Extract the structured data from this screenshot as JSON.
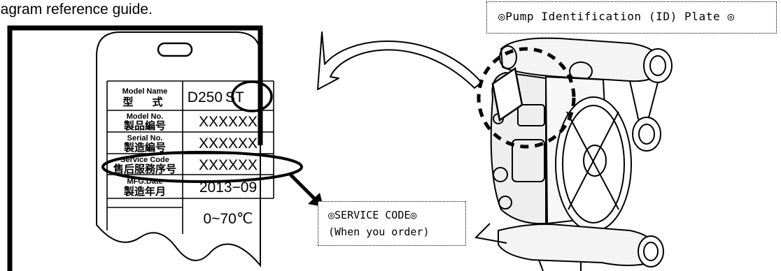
{
  "intro_text": "iagram reference guide.",
  "id_plate_title": "◎Pump Identification (ID) Plate ◎",
  "service_code_callout": {
    "line1": "◎SERVICE CODE◎",
    "line2": "(When you order)"
  },
  "tag": {
    "rows": [
      {
        "label_en": "Model Name",
        "label_cjk": "型　式",
        "value": "D250ST",
        "value_prefix": "D250",
        "value_circled": "ST"
      },
      {
        "label_en": "Model No.",
        "label_cjk": "製品編号",
        "value": "XXXXXX"
      },
      {
        "label_en": "Serial No.",
        "label_cjk": "製造編号",
        "value": "XXXXXX"
      },
      {
        "label_en": "Service Code",
        "label_cjk": "售后服務序号",
        "value": "XXXXXX"
      },
      {
        "label_en": "MFG.Date",
        "label_cjk": "製造年月",
        "value": "2013−09"
      },
      {
        "label_en": "",
        "label_cjk": "",
        "value": "0~70℃"
      }
    ]
  }
}
